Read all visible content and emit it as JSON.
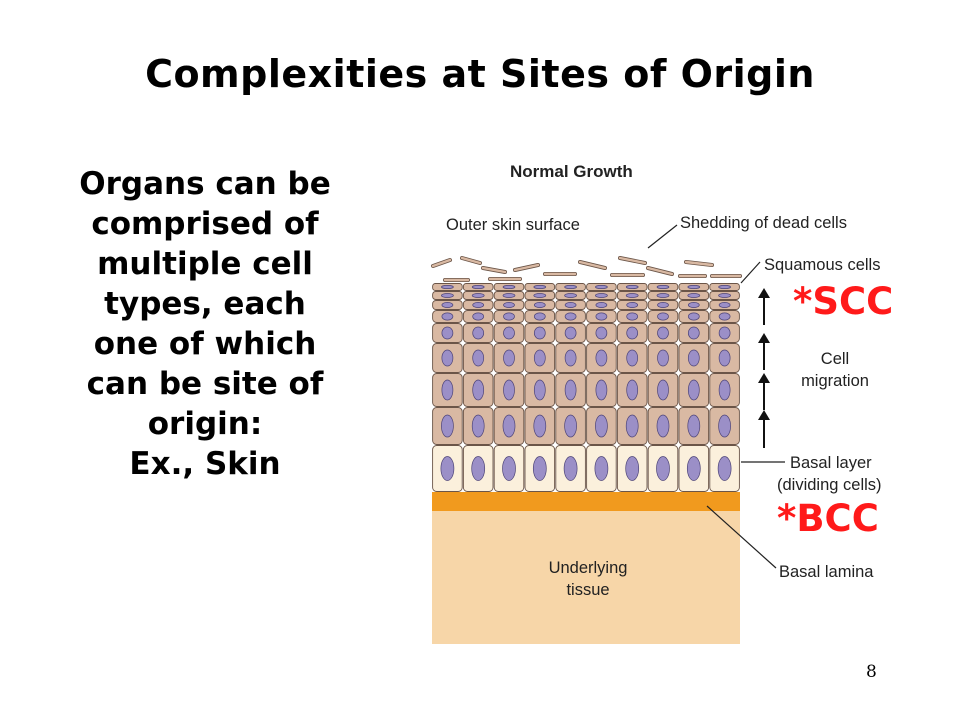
{
  "slide": {
    "title": "Complexities at Sites of Origin",
    "body_lines": [
      "Organs can be",
      "comprised of",
      "multiple cell",
      "types, each",
      "one of which",
      "can be site of",
      "origin:",
      "Ex., Skin"
    ],
    "page_number": "8"
  },
  "diagram": {
    "heading": "Normal Growth",
    "labels": {
      "outer_surface": "Outer skin surface",
      "shedding": "Shedding of dead cells",
      "squamous": "Squamous cells",
      "migration_line1": "Cell",
      "migration_line2": "migration",
      "basal_layer_line1": "Basal layer",
      "basal_layer_line2": "(dividing cells)",
      "basal_lamina": "Basal lamina",
      "underlying_line1": "Underlying",
      "underlying_line2": "tissue"
    },
    "annotations": {
      "scc": "*SCC",
      "bcc": "*BCC"
    },
    "colors": {
      "skin_cell": "#d9b9a3",
      "basal_cell": "#fbf0dc",
      "nucleus": "#9b8fc7",
      "basal_lamina": "#f19a1e",
      "underlying": "#f7d6a8",
      "annotation_red": "#ff1a1a"
    }
  }
}
